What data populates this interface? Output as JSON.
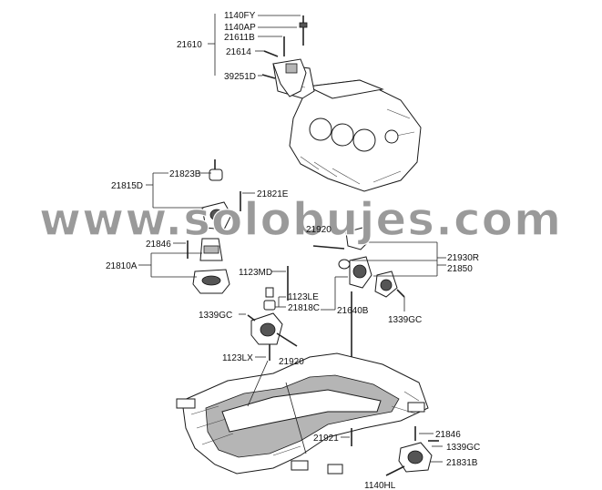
{
  "watermark": "www.solobujes.com",
  "labels": {
    "l1140FY": "1140FY",
    "l1140AP": "1140AP",
    "l21611B": "21611B",
    "l21614": "21614",
    "l21610": "21610",
    "l39251D": "39251D",
    "l21823B": "21823B",
    "l21815D": "21815D",
    "l21821E": "21821E",
    "l21846a": "21846",
    "l21810A": "21810A",
    "l21920a": "21920",
    "l21930R": "21930R",
    "l21850": "21850",
    "l1123MD": "1123MD",
    "l1123LE": "1123LE",
    "l21818C": "21818C",
    "l21640B": "21640B",
    "l1339GCa": "1339GC",
    "l1339GCb": "1339GC",
    "l1123LX": "1123LX",
    "l21920b": "21920",
    "l21921": "21921",
    "l21846b": "21846",
    "l1339GCc": "1339GC",
    "l21831B": "21831B",
    "l1140HL": "1140HL"
  }
}
